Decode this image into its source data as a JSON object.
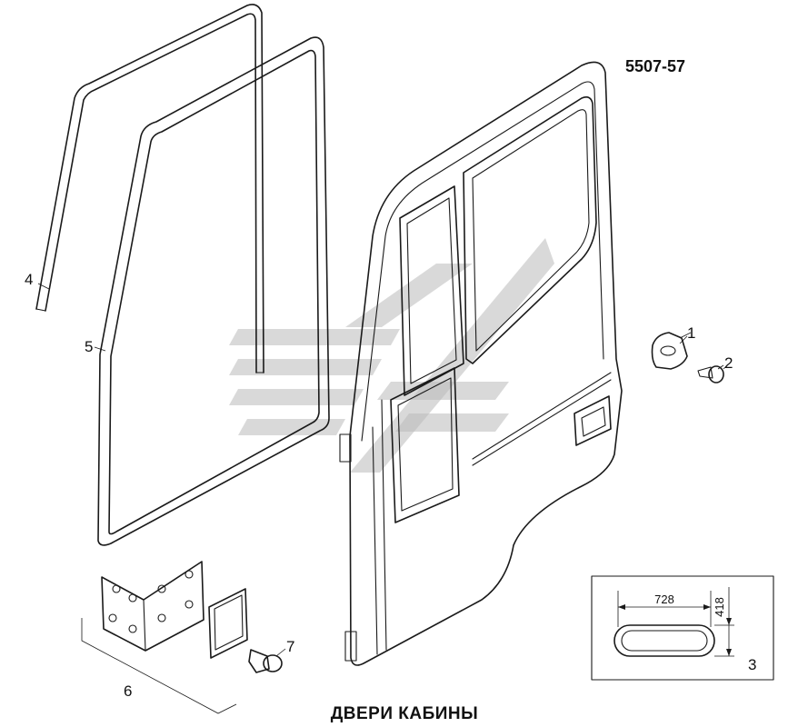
{
  "diagram": {
    "code": "5507-57",
    "caption": "ДВЕРИ КАБИНЫ",
    "callouts": [
      "1",
      "2",
      "3",
      "4",
      "5",
      "6",
      "7"
    ],
    "inset": {
      "width": "728",
      "height": "418"
    }
  },
  "colors": {
    "line": "#1a1a1a",
    "watermark": "#b9b9b9",
    "background": "#ffffff"
  }
}
